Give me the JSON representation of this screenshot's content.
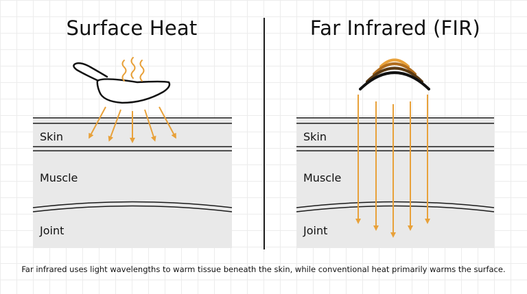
{
  "titles": {
    "left": "Surface Heat",
    "right": "Far Infrared (FIR)"
  },
  "layers": {
    "skin": "Skin",
    "muscle": "Muscle",
    "joint": "Joint"
  },
  "icons": {
    "left_source": "heating-iron-icon",
    "left_steam": "steam-icon",
    "right_source": "infrared-wave-icon"
  },
  "caption": "Far infrared uses light wavelengths to warm tissue beneath the skin, while conventional heat primarily warms the surface.",
  "colors": {
    "arrow": "#e8a13a",
    "tissue": "#e9e9e9",
    "line": "#1a1a1a",
    "wave_1": "#e8a13a",
    "wave_2": "#b06d1e",
    "wave_3": "#5a3a14",
    "wave_4": "#111111"
  }
}
